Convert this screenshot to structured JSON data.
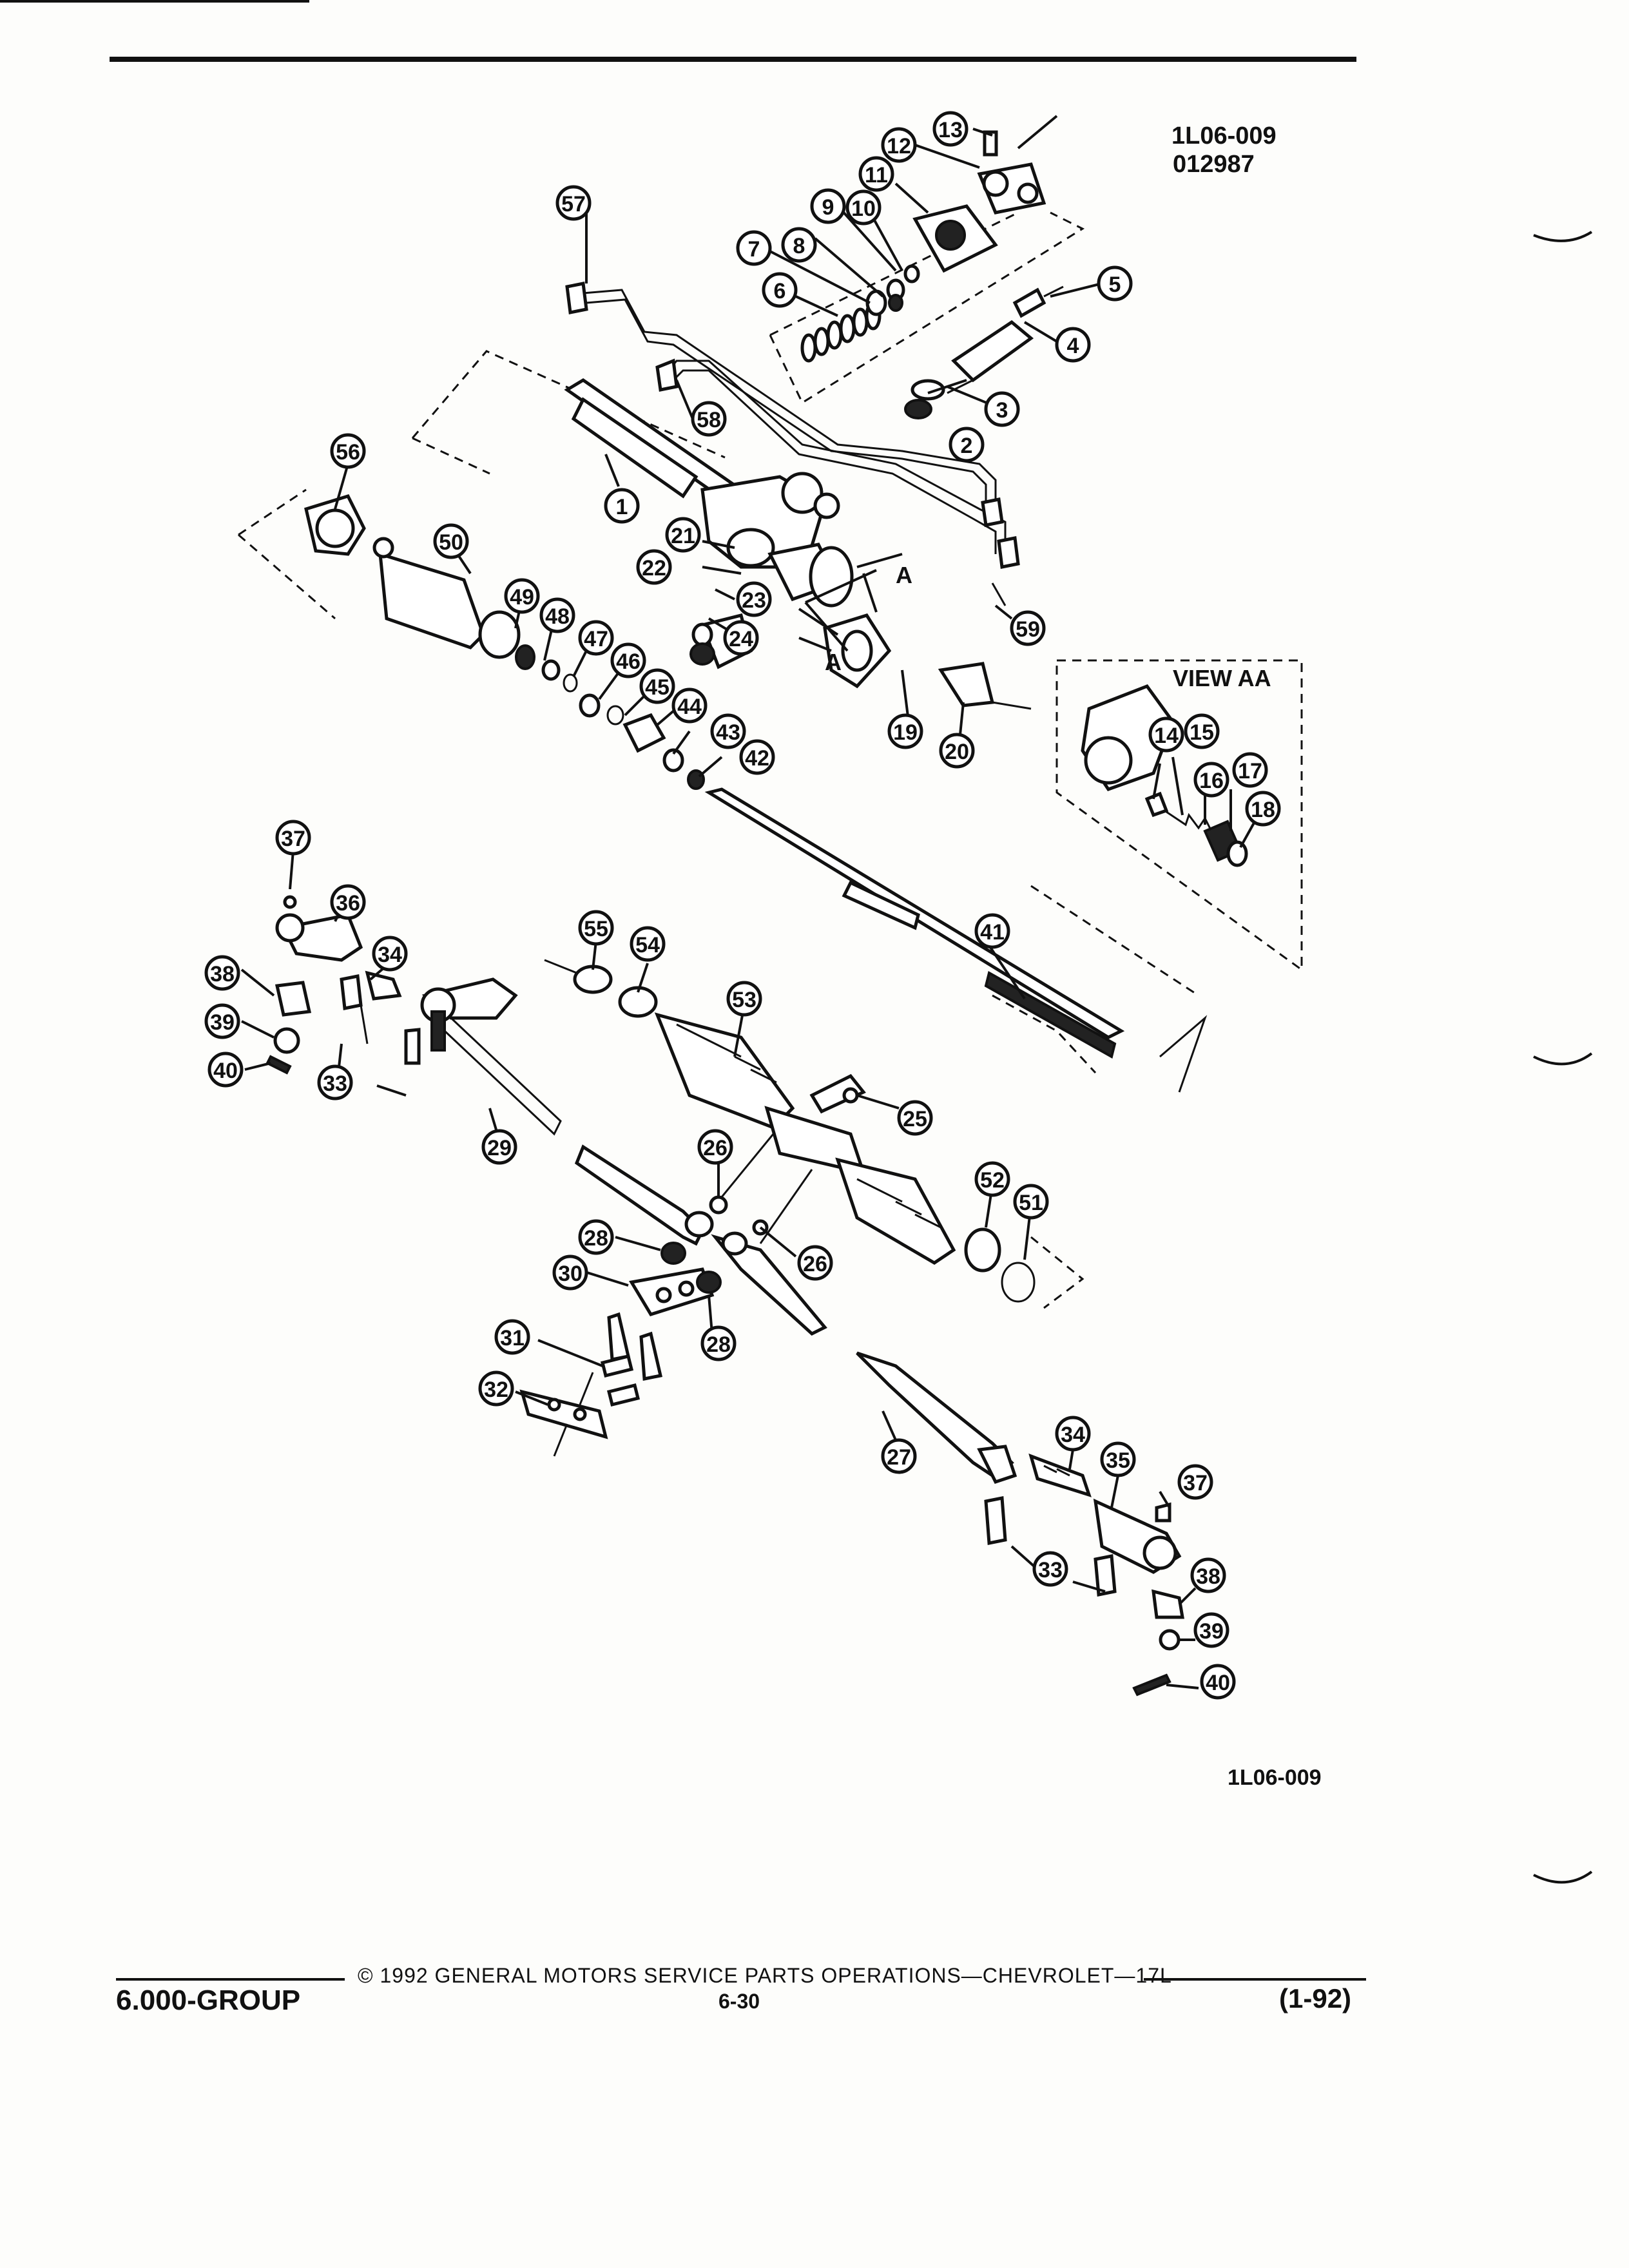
{
  "header": {
    "diagram_code": "1L06-009",
    "diagram_date": "012987"
  },
  "diagram": {
    "view_label": "VIEW AA",
    "section_arrow_label": "A",
    "bottom_code": "1L06-009",
    "callouts": [
      "1",
      "2",
      "3",
      "4",
      "5",
      "6",
      "7",
      "8",
      "9",
      "10",
      "11",
      "12",
      "13",
      "14",
      "15",
      "16",
      "17",
      "18",
      "19",
      "20",
      "21",
      "22",
      "23",
      "24",
      "25",
      "26",
      "26",
      "27",
      "28",
      "28",
      "29",
      "30",
      "31",
      "32",
      "33",
      "33",
      "34",
      "34",
      "35",
      "36",
      "37",
      "37",
      "38",
      "38",
      "39",
      "39",
      "40",
      "40",
      "41",
      "42",
      "43",
      "44",
      "45",
      "46",
      "47",
      "48",
      "49",
      "50",
      "51",
      "52",
      "53",
      "54",
      "55",
      "56",
      "57",
      "58",
      "59"
    ]
  },
  "footer": {
    "copyright": "© 1992 GENERAL MOTORS SERVICE PARTS OPERATIONS—CHEVROLET—17L",
    "page_number": "6-30",
    "group": "6.000-GROUP",
    "revision": "(1-92)"
  }
}
